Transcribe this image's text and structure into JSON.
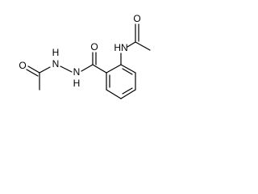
{
  "structure": {
    "atom_labels": {
      "amide_nh": "HN",
      "acetyl_oxygen_right": "O",
      "carbonyl_oxygen_center": "O",
      "hydrazide_nh_upper": "H",
      "hydrazide_n_upper": "N",
      "hydrazide_n_lower": "N",
      "hydrazide_nh_lower": "H",
      "acetyl_oxygen_left": "O"
    }
  },
  "colors": {
    "ink": "#000000",
    "background": "#ffffff"
  }
}
